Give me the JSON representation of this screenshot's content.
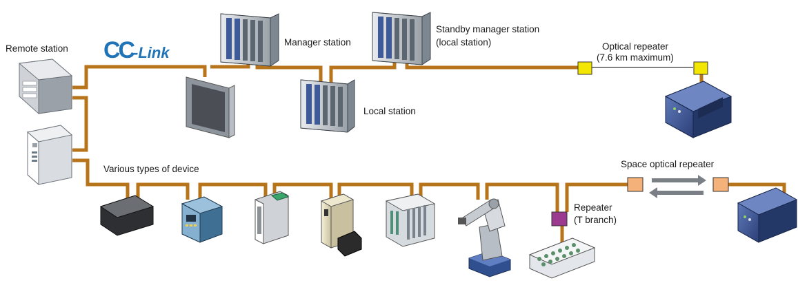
{
  "logo": {
    "part1": "CC",
    "part2": "-Link"
  },
  "labels": {
    "remote_station": "Remote station",
    "manager_station": "Manager station",
    "standby_line1": "Standby manager station",
    "standby_line2": "(local station)",
    "local_station": "Local station",
    "optical_line1": "Optical repeater",
    "optical_line2": "(7.6 km maximum)",
    "various_devices": "Various types of device",
    "space_optical": "Space optical repeater",
    "repeater_line1": "Repeater",
    "repeater_line2": "(T branch)"
  },
  "colors": {
    "cable": "#b8741a",
    "optical_repeater": "#f3e600",
    "space_repeater": "#f4b27a",
    "t_repeater": "#9b3a8e",
    "logo": "#1f73b7"
  }
}
